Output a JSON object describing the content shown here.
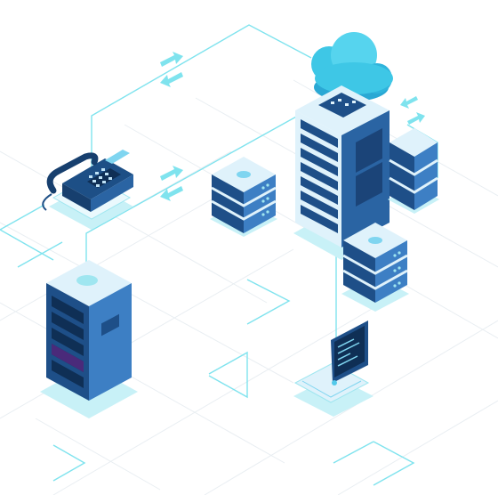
{
  "scene": {
    "type": "isometric-network-illustration",
    "elements": [
      "cloud-icon",
      "desk-phone",
      "server-rack",
      "server-tower",
      "server-stack",
      "laptop",
      "sync-arrows-icon",
      "connection-lines"
    ]
  },
  "colors": {
    "line": "#7fe3ee",
    "cloud": "#3ec7e6",
    "rack-dark": "#1e4f88",
    "rack-light": "#3d7fc4",
    "rack-top": "#dff2fb",
    "accent": "#52c9ea",
    "grid": "#e9eef2",
    "shadow": "#c8f1f7"
  }
}
